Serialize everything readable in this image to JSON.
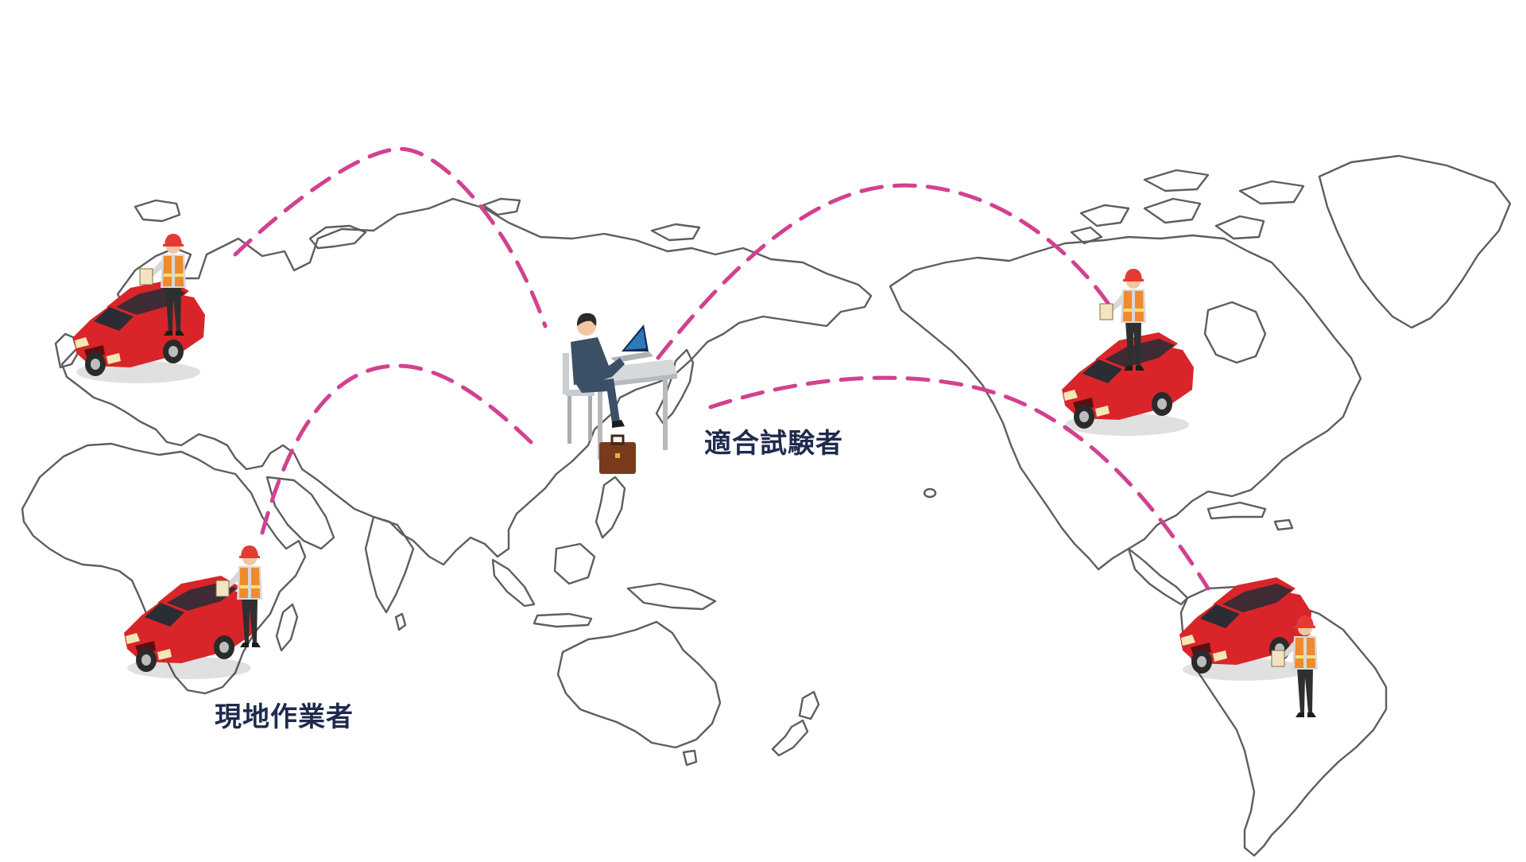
{
  "labels": {
    "tester": "適合試験者",
    "field_worker": "現地作業者"
  },
  "colors": {
    "background": "#ffffff",
    "map_outline": "#5e5e5e",
    "connection_line": "#d2418e",
    "label_text": "#1f2a4d",
    "car_body": "#d9252a",
    "car_window": "#2c2c34",
    "helmet": "#e53a33",
    "vest": "#f08a2a",
    "worker_pants": "#2f2f2f",
    "tester_suit": "#3b4f67",
    "desk": "#d6d8da",
    "briefcase": "#7a3a1c"
  },
  "icons": {
    "central_person": "office-worker-at-laptop-icon",
    "field_unit": "car-with-worker-icon",
    "map": "world-map-outline"
  }
}
